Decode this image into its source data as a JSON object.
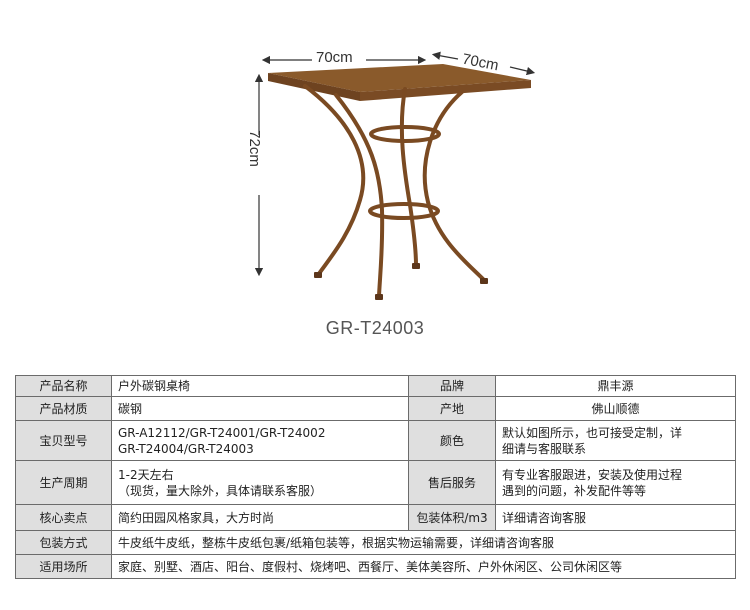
{
  "product_image": {
    "width_label": "70cm",
    "depth_label": "70cm",
    "height_label": "72cm",
    "model_code": "GR-T24003",
    "tabletop_color": "#8a5a2b",
    "frame_color": "#7a4a22"
  },
  "specs": {
    "rows": [
      {
        "l1": "产品名称",
        "v1": "户外碳钢桌椅",
        "l2": "品牌",
        "v2": "鼎丰源"
      },
      {
        "l1": "产品材质",
        "v1": "碳钢",
        "l2": "产地",
        "v2": "佛山顺德"
      },
      {
        "l1": "宝贝型号",
        "v1a": "GR-A12112/GR-T24001/GR-T24002",
        "v1b": "GR-T24004/GR-T24003",
        "l2": "颜色",
        "v2a": "默认如图所示，也可接受定制，详",
        "v2b": "细请与客服联系"
      },
      {
        "l1": "生产周期",
        "v1a": "1-2天左右",
        "v1b": "（现货，量大除外，具体请联系客服）",
        "l2": "售后服务",
        "v2a": "有专业客服跟进，安装及使用过程",
        "v2b": "遇到的问题，补发配件等等"
      },
      {
        "l1": "核心卖点",
        "v1": "简约田园风格家具，大方时尚",
        "l2": "包装体积/m3",
        "v2": "详细请咨询客服"
      },
      {
        "l1": "包装方式",
        "v1": "牛皮纸牛皮纸，整栋牛皮纸包裹/纸箱包装等，根据实物运输需要，详细请咨询客服"
      },
      {
        "l1": "适用场所",
        "v1": "家庭、别墅、酒店、阳台、度假村、烧烤吧、西餐厅、美体美容所、户外休闲区、公司休闲区等"
      }
    ]
  }
}
